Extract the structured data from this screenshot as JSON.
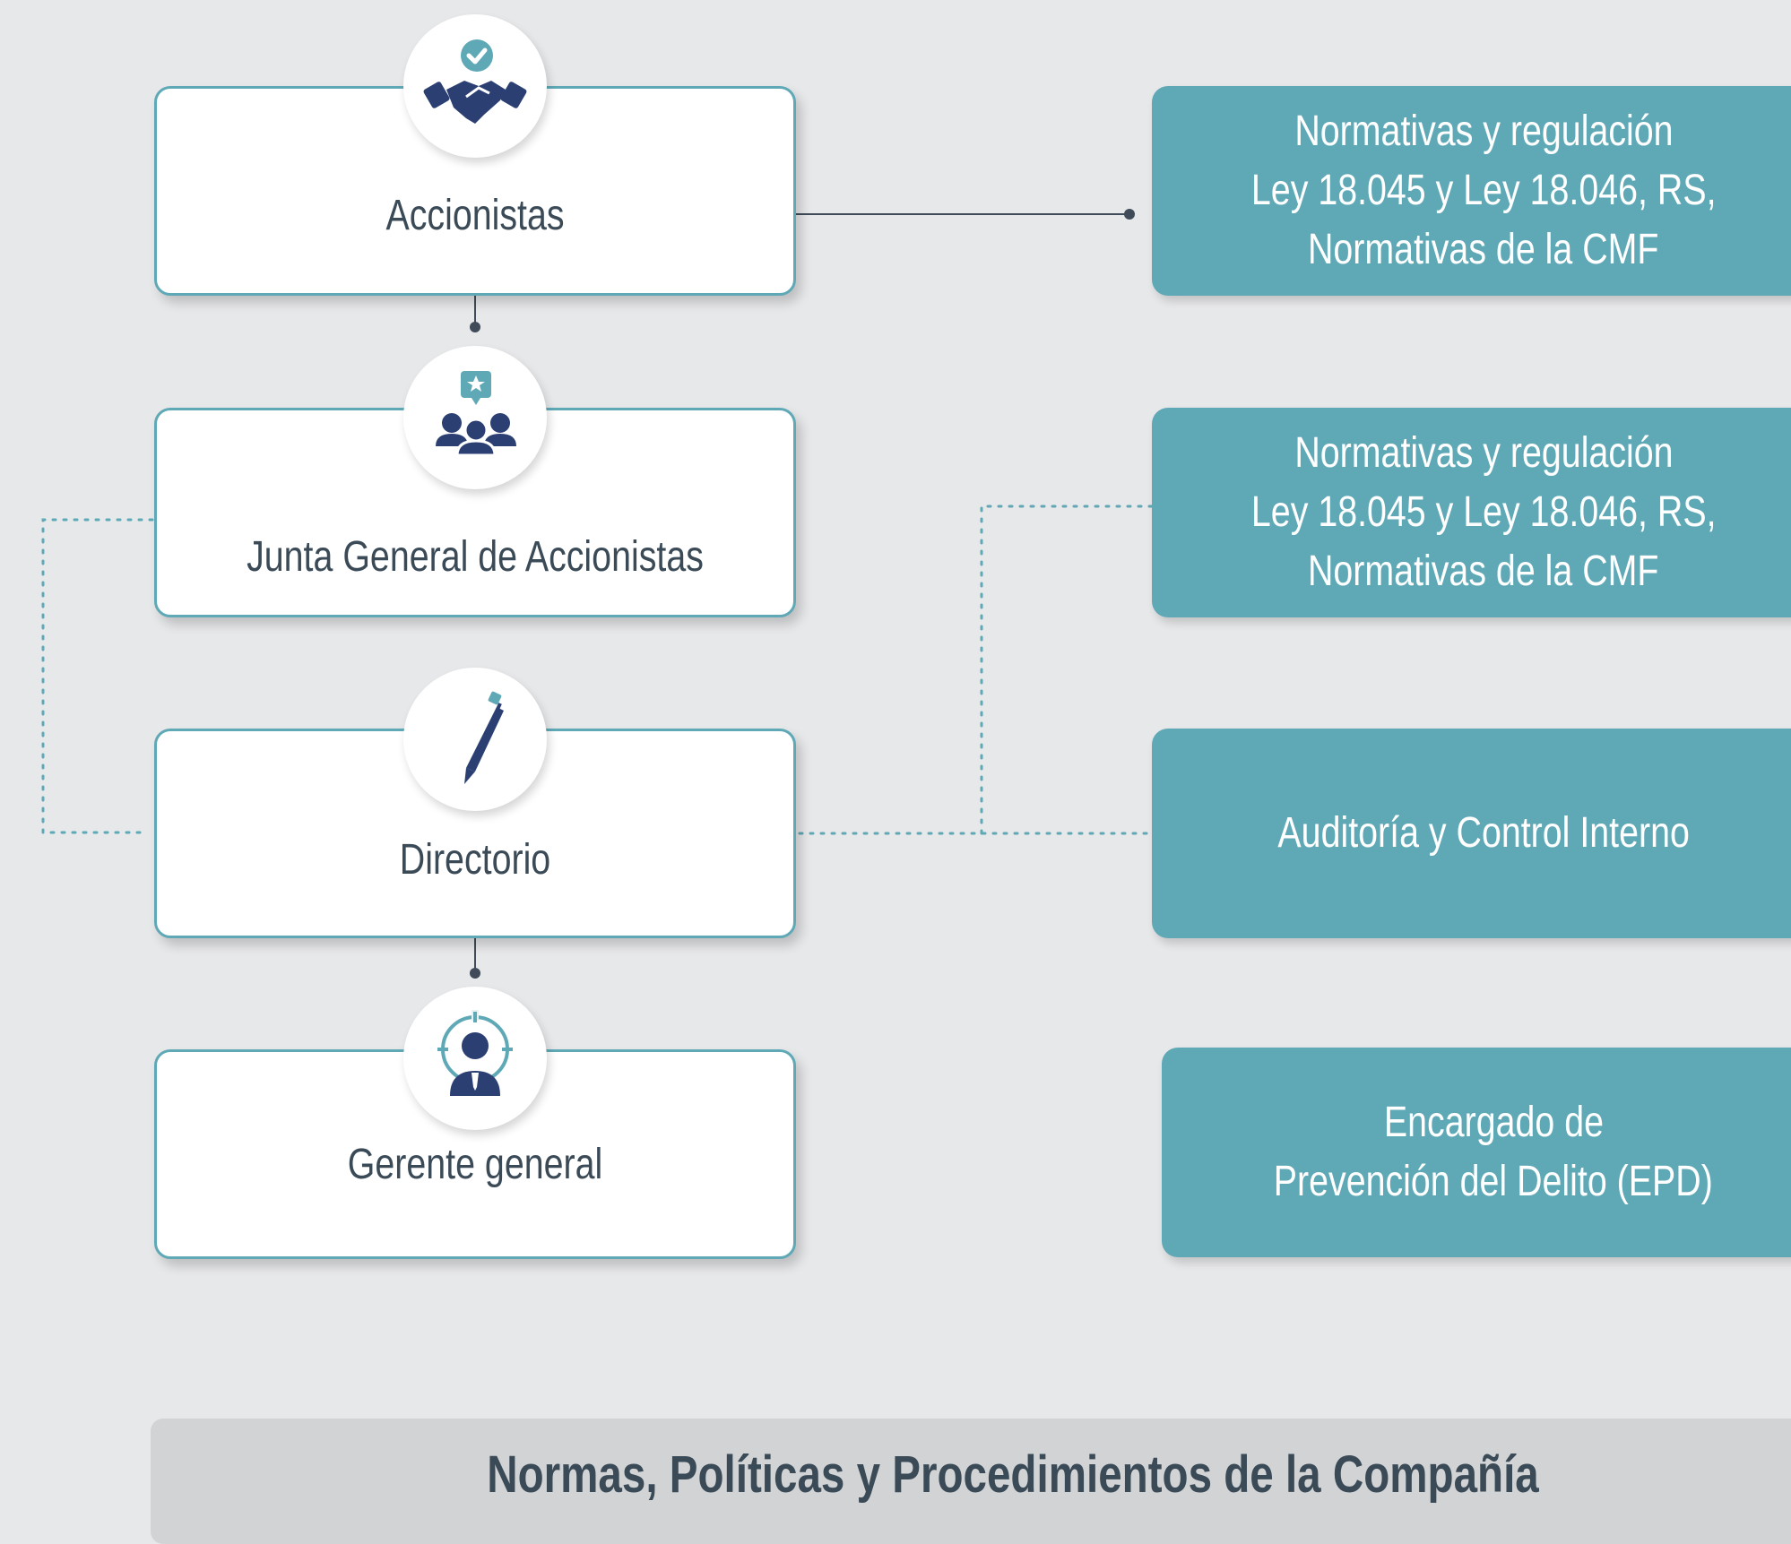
{
  "chain": [
    {
      "label": "Accionistas",
      "icon": "handshake-icon"
    },
    {
      "label": "Junta General de Accionistas",
      "icon": "team-icon"
    },
    {
      "label": "Directorio",
      "icon": "pen-icon"
    },
    {
      "label": "Gerente general",
      "icon": "manager-target-icon"
    }
  ],
  "side": [
    {
      "lines": [
        "Normativas y regulación",
        "Ley 18.045 y Ley 18.046, RS,",
        "Normativas de la CMF"
      ]
    },
    {
      "lines": [
        "Normativas y regulación",
        "Ley 18.045 y Ley 18.046, RS,",
        "Normativas de la CMF"
      ]
    },
    {
      "lines": [
        "Auditoría y Control Interno"
      ]
    },
    {
      "lines": [
        "Encargado de",
        "Prevención del Delito (EPD)"
      ]
    }
  ],
  "footer": {
    "label": "Normas, Políticas y Procedimientos de la Compañía"
  },
  "colors": {
    "teal": "#5fa9b7",
    "navy": "#2b3f73",
    "background": "#e7e8ea",
    "text": "#3b4a57"
  }
}
